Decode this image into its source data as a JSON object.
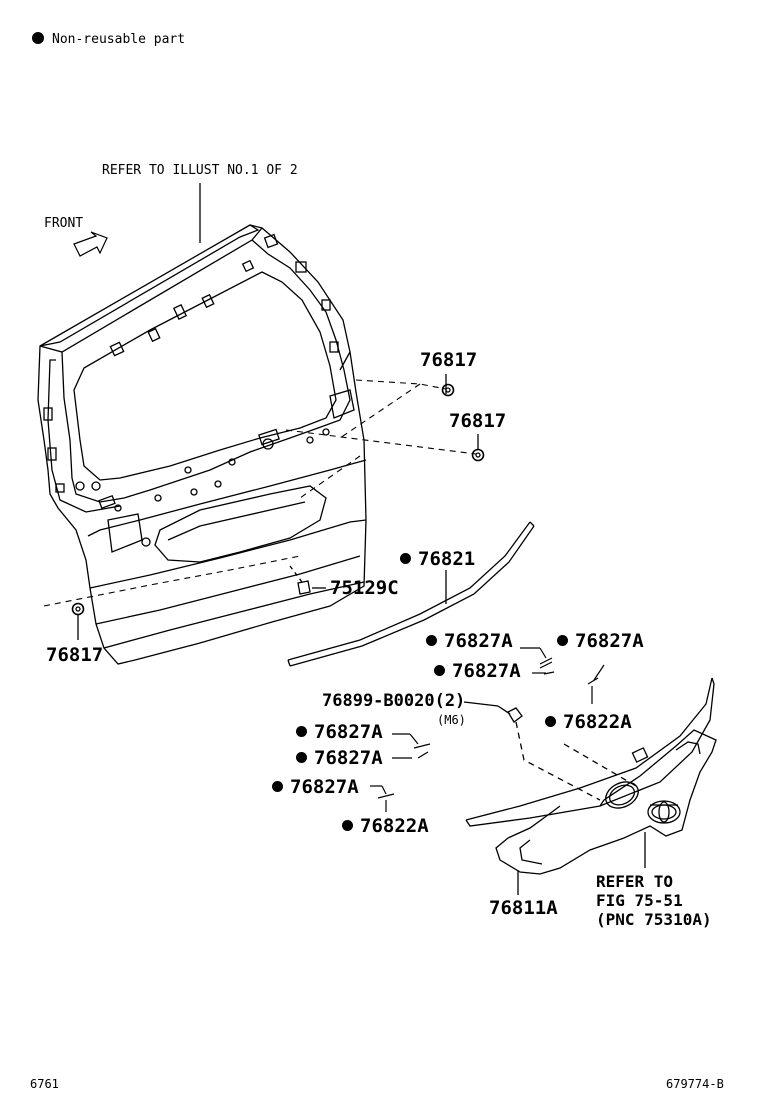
{
  "legend": {
    "label": "Non-reusable part"
  },
  "header_note": "REFER TO ILLUST NO.1 OF 2",
  "front_label": "FRONT",
  "parts": {
    "p76817_a": "76817",
    "p76817_b": "76817",
    "p76817_c": "76817",
    "p76821": "76821",
    "p75129c": "75129C",
    "p76827a_1": "76827A",
    "p76827a_2": "76827A",
    "p76827a_3": "76827A",
    "p76899": "76899-B0020(2)",
    "p76899_note": "(M6)",
    "p76822a_1": "76822A",
    "p76827a_4": "76827A",
    "p76827a_5": "76827A",
    "p76827a_6": "76827A",
    "p76822a_2": "76822A",
    "p76811a": "76811A"
  },
  "refer": {
    "line1": "REFER TO",
    "line2": "FIG 75-51",
    "line3": "(PNC 75310A)"
  },
  "footer": {
    "left": "6761",
    "right": "679774-B"
  }
}
